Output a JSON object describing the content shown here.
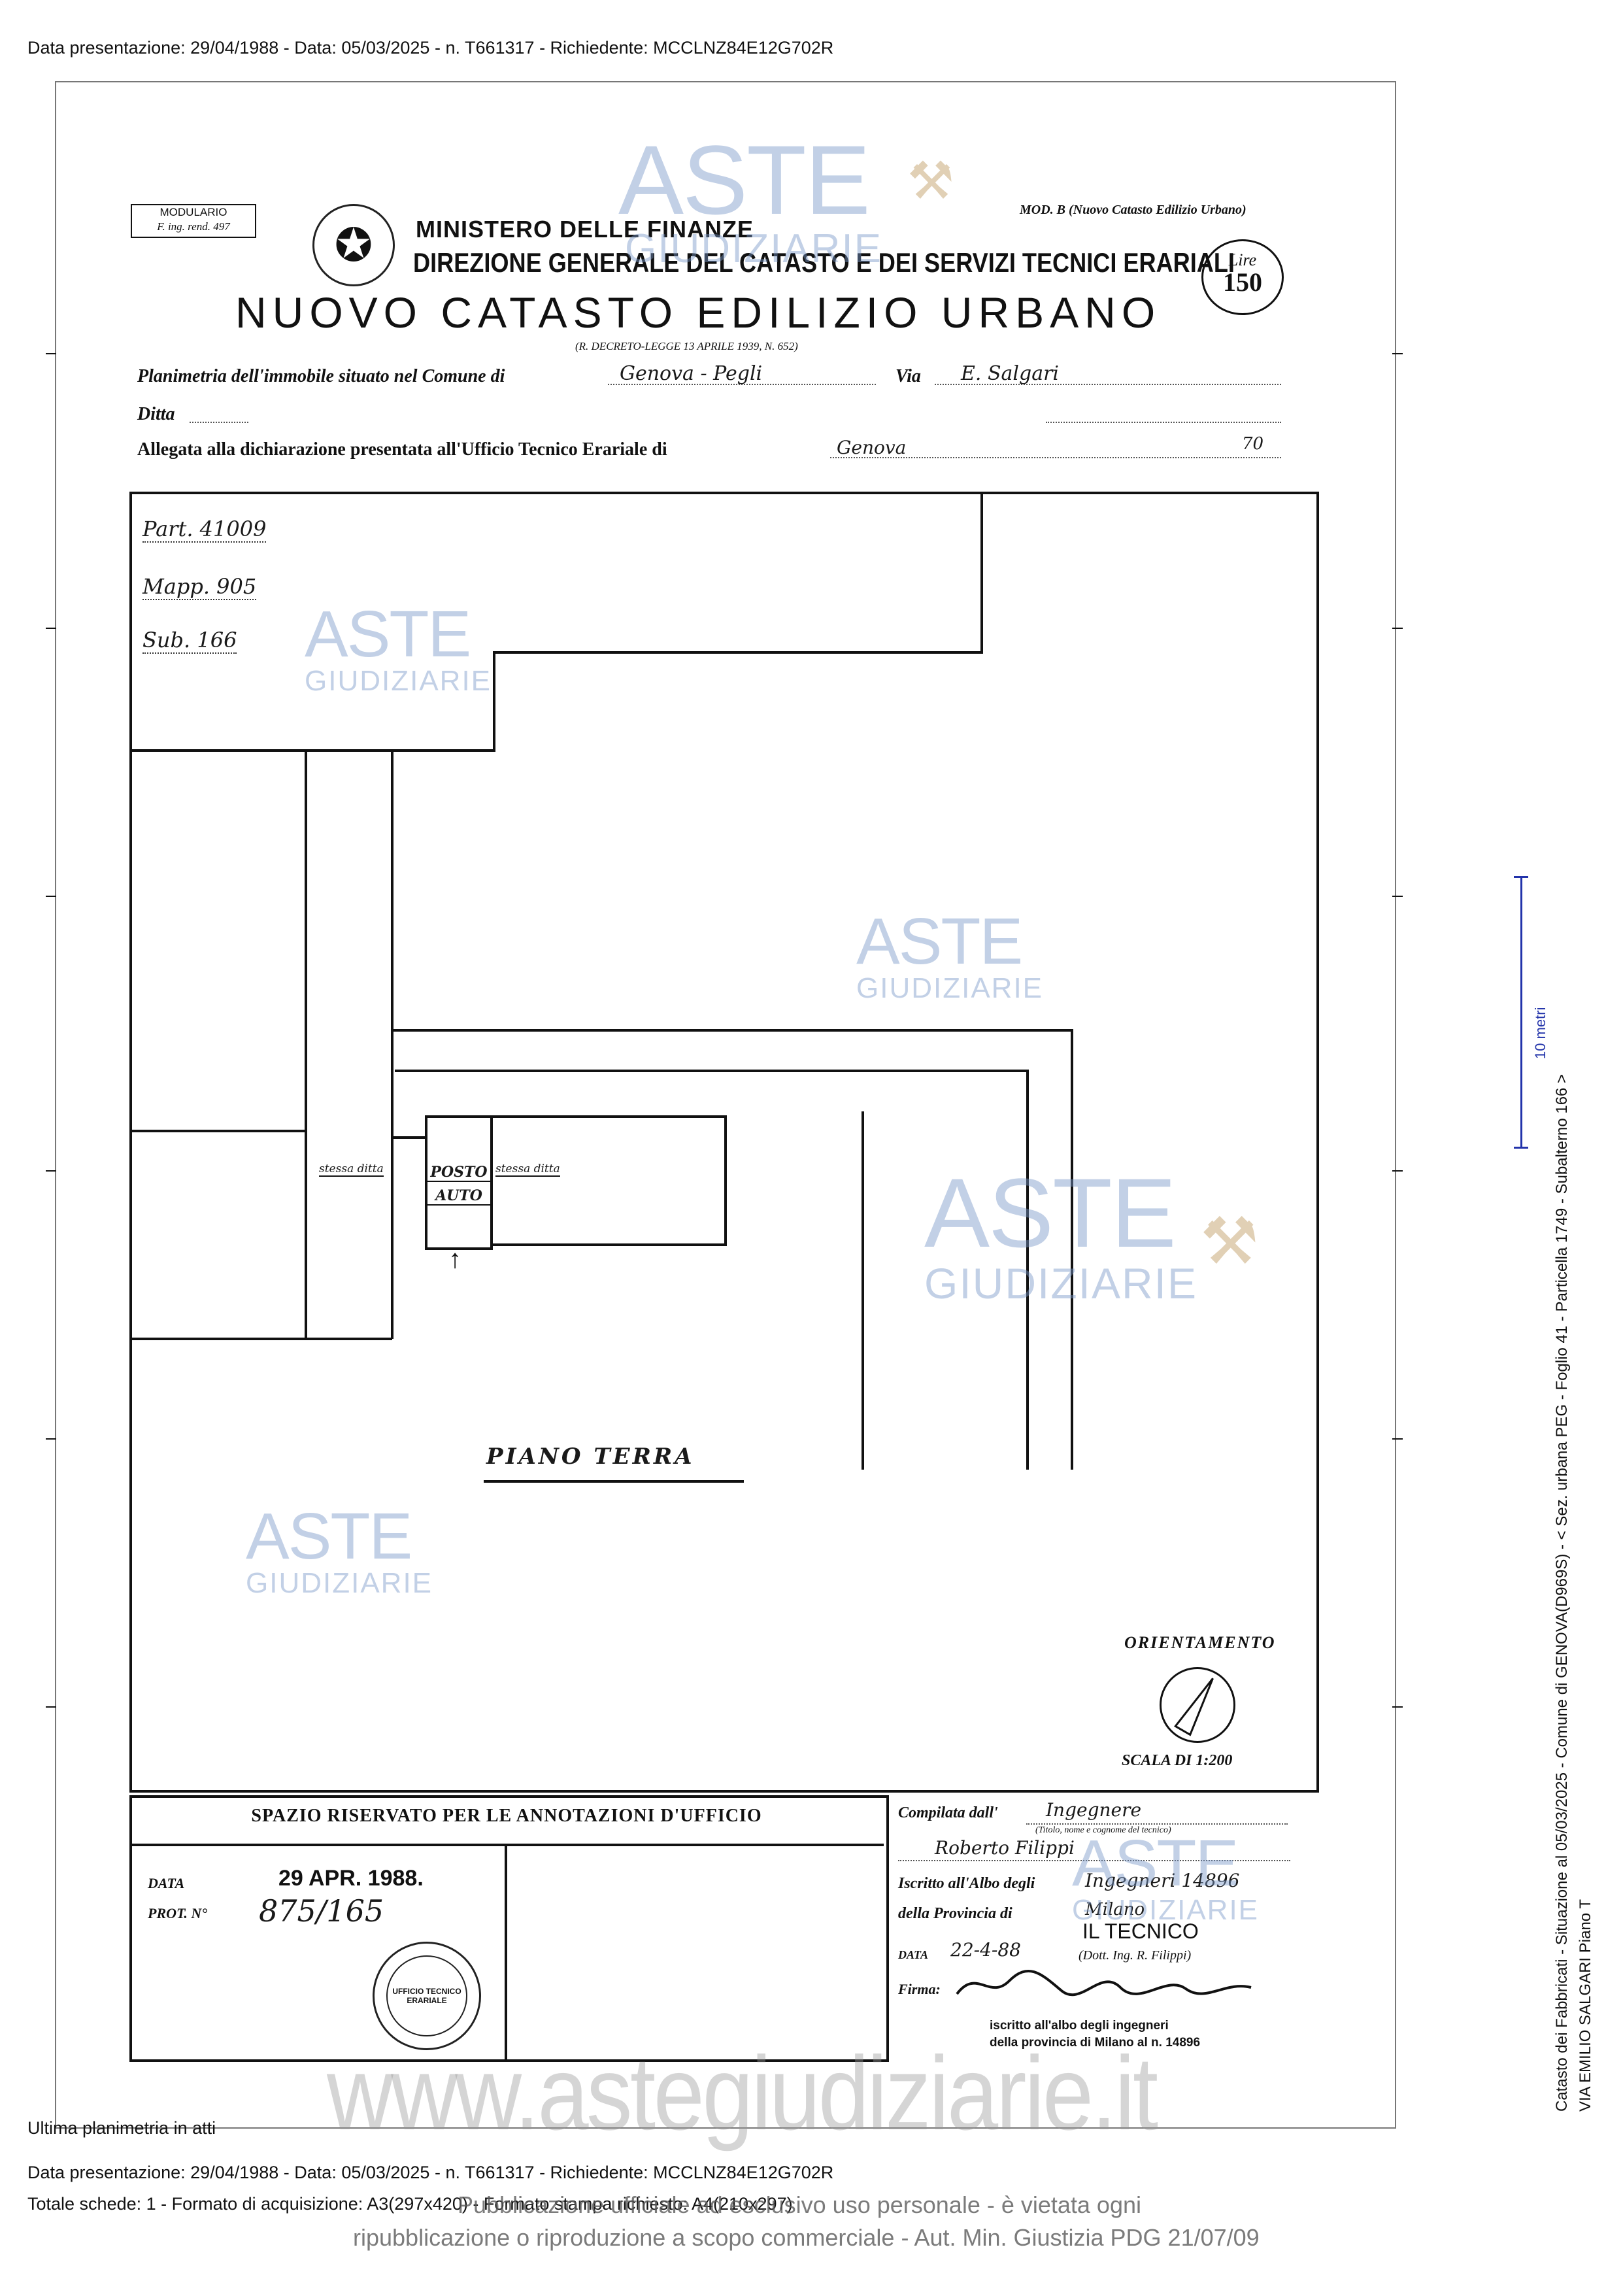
{
  "top_header": "Data presentazione: 29/04/1988 - Data: 05/03/2025 - n. T661317 - Richiedente: MCCLNZ84E12G702R",
  "form": {
    "modulario": "MODULARIO",
    "modulario_code": "F. ing. rend. 497",
    "ministero": "MINISTERO DELLE FINANZE",
    "direzione": "DIREZIONE GENERALE DEL CATASTO E DEI SERVIZI TECNICI ERARIALI",
    "title": "NUOVO CATASTO EDILIZIO URBANO",
    "decreto": "(R. DECRETO-LEGGE 13 APRILE 1939, N. 652)",
    "mod": "MOD. B (Nuovo Catasto Edilizio Urbano)",
    "lire_label": "Lire",
    "lire_value": "150",
    "planimetria_label": "Planimetria dell'immobile situato nel Comune di",
    "comune_value": "Genova - Pegli",
    "via_label": "Via",
    "via_value": "E. Salgari",
    "ditta_label": "Ditta",
    "allegata_label": "Allegata alla dichiarazione presentata all'Ufficio Tecnico Erariale di",
    "allegata_value": "Genova",
    "allegata_num": "70"
  },
  "plan": {
    "part": "Part. 41009",
    "mapp": "Mapp. 905",
    "sub": "Sub. 166",
    "posto": "POSTO",
    "auto": "AUTO",
    "stessa_left": "stessa ditta",
    "stessa_right": "stessa ditta",
    "arrow": "↑",
    "piano": "PIANO TERRA",
    "orientamento": "ORIENTAMENTO",
    "scala": "SCALA DI 1:200"
  },
  "office": {
    "title": "SPAZIO RISERVATO PER LE ANNOTAZIONI D'UFFICIO",
    "data_label": "DATA",
    "data_value": "29 APR. 1988.",
    "prot_label": "PROT. N°",
    "prot_value": "875/165",
    "stamp_text": "UFFICIO TECNICO ERARIALE"
  },
  "tecnico": {
    "compilata_label": "Compilata dall'",
    "compilata_value": "Ingegnere",
    "titolo_note": "(Titolo, nome e cognome del tecnico)",
    "nome": "Roberto Filippi",
    "iscritto_label": "Iscritto all'Albo degli",
    "iscritto_value": "Ingegneri 14896",
    "provincia_label": "della Provincia di",
    "provincia_value": "Milano",
    "il_tecnico": "IL TECNICO",
    "data_label": "DATA",
    "data_value": "22-4-88",
    "dott": "(Dott. Ing. R. Filippi)",
    "firma_label": "Firma:",
    "stamp1": "iscritto all'albo degli ingegneri",
    "stamp2": "della provincia di Milano al n. 14896"
  },
  "watermark": {
    "aste": "ASTE",
    "giudiziarie": "GIUDIZIARIE",
    "site": "www.astegiudiziarie.it",
    "disclaimer1": "Pubblicazione ufficiale ad esclusivo uso personale - è vietata ogni",
    "disclaimer2": "ripubblicazione o riproduzione a scopo commerciale - Aut. Min. Giustizia PDG 21/07/09"
  },
  "footer": {
    "ultima": "Ultima planimetria in atti",
    "line1": "Data presentazione: 29/04/1988 - Data: 05/03/2025 - n. T661317 - Richiedente: MCCLNZ84E12G702R",
    "line2": "Totale schede: 1 - Formato di acquisizione: A3(297x420) - Formato stampa richiesto: A4(210x297)"
  },
  "side": {
    "line1": "Catasto dei Fabbricati - Situazione al 05/03/2025 - Comune di GENOVA(D969S) - < Sez. urbana PEG - Foglio 41 - Particella 1749 - Subalterno 166 >",
    "line2": "VIA EMILIO SALGARI Piano T",
    "scale_label": "10 metri"
  }
}
